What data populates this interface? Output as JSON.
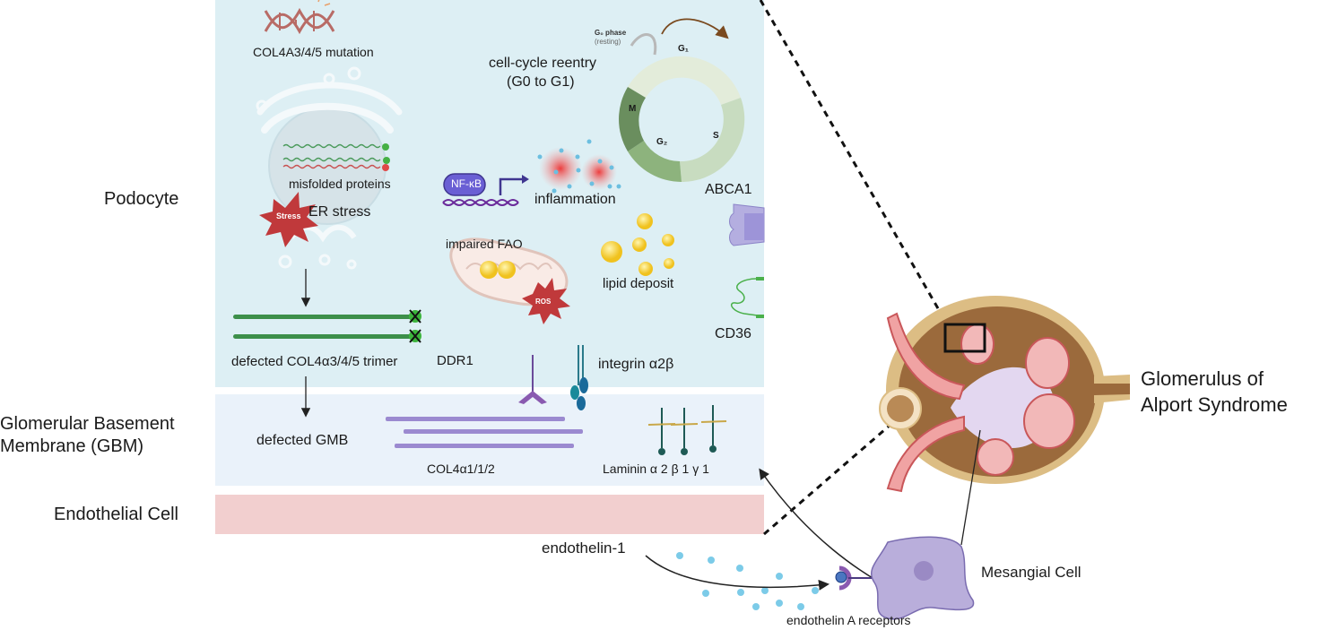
{
  "side_labels": {
    "podocyte": "Podocyte",
    "gbm_line1": "Glomerular Basement",
    "gbm_line2": "Membrane (GBM)",
    "endothelial": "Endothelial  Cell"
  },
  "podocyte": {
    "mutation": "COL4A3/4/5 mutation",
    "misfolded": "misfolded proteins",
    "er_stress": "ER stress",
    "stress_badge": "Stress",
    "trimer": "defected COL4α3/4/5 trimer",
    "cell_cycle_line1": "cell-cycle reentry",
    "cell_cycle_line2": "(G0 to G1)",
    "g0_phase": "G₀ phase",
    "g0_resting": "(resting)",
    "phases": [
      "G₁",
      "S",
      "G₂",
      "M"
    ],
    "nfkb": "NF-κB",
    "inflammation": "inflammation",
    "impaired_fao": "impaired FAO",
    "ros": "ROS",
    "lipid": "lipid deposit",
    "abca1": "ABCA1",
    "cd36": "CD36",
    "ddr1": "DDR1",
    "integrin": "integrin α2β"
  },
  "gbm": {
    "defected": "defected GMB",
    "col4": "COL4α1/1/2",
    "laminin": "Laminin α 2 β 1 γ 1"
  },
  "bottom": {
    "endothelin": "endothelin-1",
    "receptors": "endothelin A receptors",
    "mesangial": "Mesangial Cell"
  },
  "glomerulus": {
    "title_line1": "Glomerulus of",
    "title_line2": "Alport Syndrome"
  },
  "colors": {
    "podocyte_bg": "#ddeff4",
    "gbm_bg": "#eaf2fa",
    "endothelial_bg": "#f2cfcf",
    "stress_red": "#c0393b",
    "nfkb_purple": "#5b4fc4",
    "mesangial_purple": "#b9aedb"
  }
}
